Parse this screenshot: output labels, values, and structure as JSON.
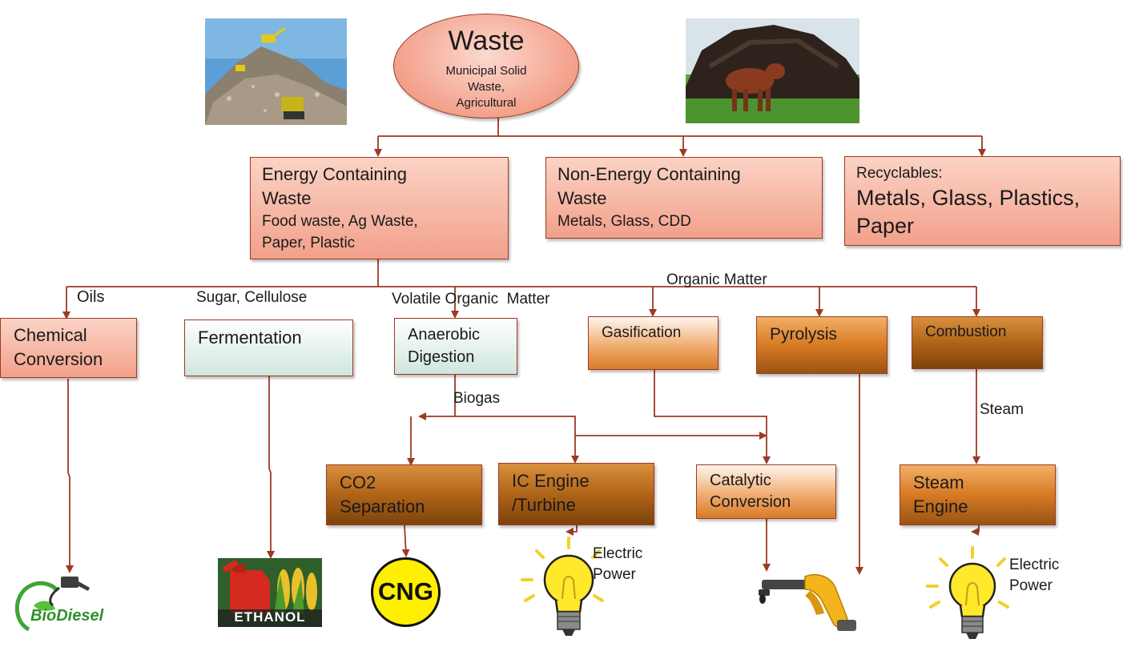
{
  "root": {
    "title": "Waste",
    "subtitle_lines": [
      "Municipal Solid",
      "Waste,",
      "Agricultural"
    ]
  },
  "categories": {
    "energy": {
      "title_lines": [
        "Energy Containing",
        "Waste"
      ],
      "detail_lines": [
        "Food waste, Ag Waste,",
        "Paper, Plastic"
      ]
    },
    "non_energy": {
      "title_lines": [
        "Non-Energy Containing",
        "Waste"
      ],
      "detail": "Metals, Glass, CDD"
    },
    "recyclables": {
      "heading": "Recyclables:",
      "detail_lines": [
        "Metals, Glass, Plastics,",
        "Paper"
      ]
    }
  },
  "feed_labels": {
    "oils": "Oils",
    "sugar": "Sugar, Cellulose",
    "volatile": "Volatile Organic  Matter",
    "organic": "Organic Matter",
    "biogas": "Biogas",
    "steam": "Steam"
  },
  "processes": {
    "chemical": [
      "Chemical",
      "Conversion"
    ],
    "fermentation": "Fermentation",
    "anaerobic": [
      "Anaerobic",
      "Digestion"
    ],
    "gasification": "Gasification",
    "pyrolysis": "Pyrolysis",
    "combustion": "Combustion"
  },
  "secondary": {
    "co2": [
      "CO2",
      "Separation"
    ],
    "ic": [
      "IC Engine",
      "/Turbine"
    ],
    "catalytic": [
      "Catalytic",
      "Conversion"
    ],
    "steam_engine": [
      "Steam",
      "Engine"
    ]
  },
  "products": {
    "biodiesel": "BioDiesel",
    "ethanol": "ETHANOL",
    "cng": "CNG",
    "electric_1": [
      "Electric",
      "Power"
    ],
    "electric_2": [
      "Electric",
      "Power"
    ]
  },
  "colors": {
    "arrow": "#9c3a22",
    "root_fill": "#f29c85",
    "category_fill": "#f4a58d",
    "process_mint": "#d6ebe3",
    "process_orange": "#e58a3a",
    "process_brown": "#9a5313"
  },
  "icons": [
    "landfill-photo-icon",
    "cow-compost-photo-icon",
    "biodiesel-pump-icon",
    "ethanol-gas-can-icon",
    "cng-sign-icon",
    "light-bulb-icon",
    "fuel-nozzle-icon"
  ]
}
